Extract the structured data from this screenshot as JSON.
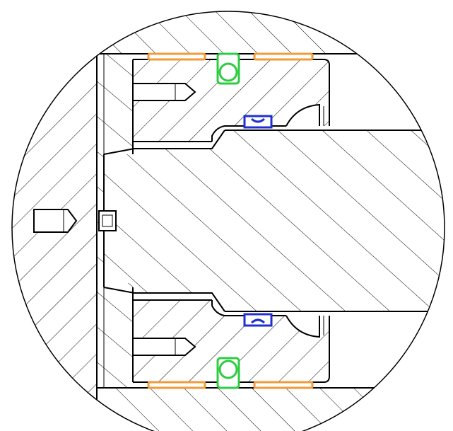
{
  "diagram": {
    "kind": "mechanical cross-section detail",
    "colors": {
      "background": "#ffffff",
      "outline": "#000000",
      "hatch": "#000000",
      "guide_ring": "#f39a3a",
      "o_ring": "#2ecc40",
      "rod_seal": "#1f2fd0"
    },
    "components": {
      "guide_rings": [
        "upper-left",
        "upper-right",
        "lower-left",
        "lower-right"
      ],
      "o_rings": [
        "upper",
        "lower"
      ],
      "rod_seals": [
        "upper",
        "lower"
      ],
      "socket_screws": [
        "upper",
        "center",
        "lower"
      ],
      "center_key": "square-insert"
    }
  }
}
